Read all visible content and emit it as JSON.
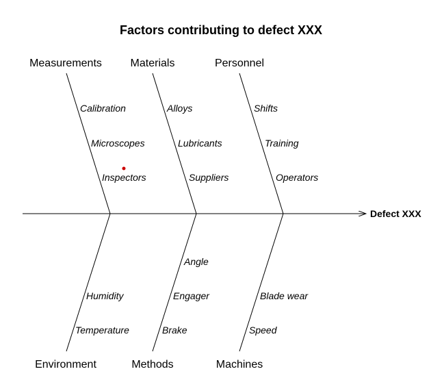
{
  "title": "Factors contributing to defect XXX",
  "effect": "Defect XXX",
  "categories": [
    {
      "name": "Measurements",
      "causes": [
        "Calibration",
        "Microscopes",
        "Inspectors"
      ]
    },
    {
      "name": "Materials",
      "causes": [
        "Alloys",
        "Lubricants",
        "Suppliers"
      ]
    },
    {
      "name": "Personnel",
      "causes": [
        "Shifts",
        "Training",
        "Operators"
      ]
    },
    {
      "name": "Environment",
      "causes": [
        "Humidity",
        "Temperature"
      ]
    },
    {
      "name": "Methods",
      "causes": [
        "Angle",
        "Engager",
        "Brake"
      ]
    },
    {
      "name": "Machines",
      "causes": [
        "Blade wear",
        "Speed"
      ]
    }
  ],
  "colors": {
    "line": "#000000",
    "marker": "#cc0000"
  }
}
